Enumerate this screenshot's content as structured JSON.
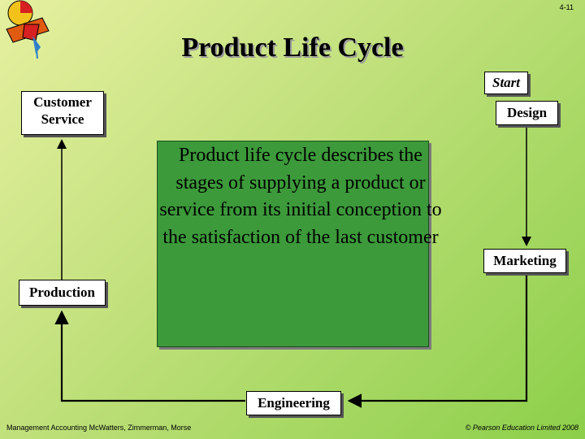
{
  "slide_number": "4-11",
  "title": "Product Life Cycle",
  "start_label": "Start",
  "nodes": {
    "customer_service": "Customer Service",
    "design": "Design",
    "marketing": "Marketing",
    "engineering": "Engineering",
    "production": "Production"
  },
  "description": "Product life cycle describes the stages of supplying a product or service from its initial conception to the satisfaction of the last customer",
  "footer": {
    "left": "Management Accounting McWatters, Zimmerman, Morse",
    "right": "© Pearson Education Limited 2008"
  },
  "colors": {
    "center_box": "#3c9a3a",
    "background": "#bfe07a"
  }
}
